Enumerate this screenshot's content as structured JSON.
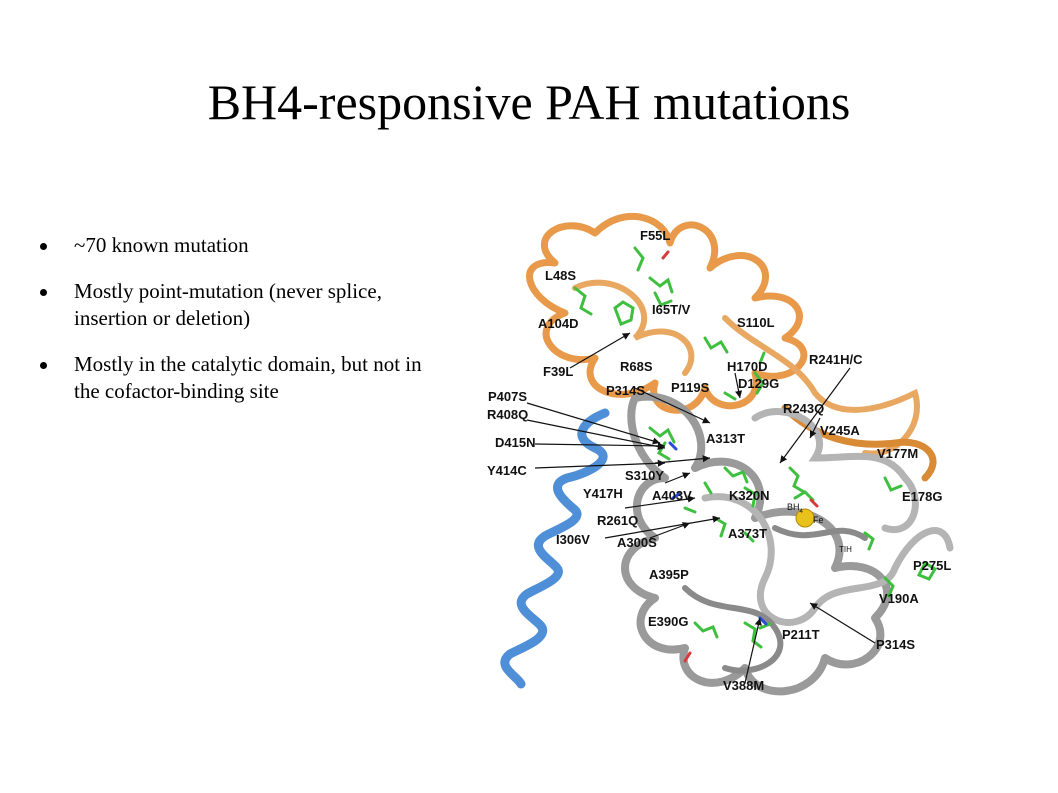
{
  "slide": {
    "title": "BH4-responsive PAH mutations",
    "bullets": [
      "~70 known mutation",
      "Mostly point-mutation (never splice, insertion or deletion)",
      "Mostly in the catalytic domain, but not in the cofactor-binding site"
    ]
  },
  "figure": {
    "mutation_labels": [
      "F55L",
      "L48S",
      "I65T/V",
      "A104D",
      "S110L",
      "F39L",
      "R68S",
      "H170D",
      "R241H/C",
      "P119S",
      "D129G",
      "P314S",
      "P407S",
      "R243Q",
      "R408Q",
      "A313T",
      "V245A",
      "D415N",
      "V177M",
      "Y414C",
      "S310Y",
      "Y417H",
      "A403V",
      "K320N",
      "E178G",
      "R261Q",
      "A373T",
      "I306V",
      "A300S",
      "P275L",
      "A395P",
      "V190A",
      "E390G",
      "P211T",
      "P314S",
      "V388M"
    ],
    "cofactor_labels": {
      "bh4": "BH",
      "bh4_subscript": "4",
      "iron": "Fe",
      "thienylalanine": "TIH"
    },
    "colors": {
      "regulatory_domain": "#e89a4a",
      "catalytic_domain": "#9a9a9a",
      "tetramerization_helix": "#4f8fd8",
      "mutated_residues": "#3fbf3f",
      "iron_atom": "#e8c21a"
    }
  }
}
